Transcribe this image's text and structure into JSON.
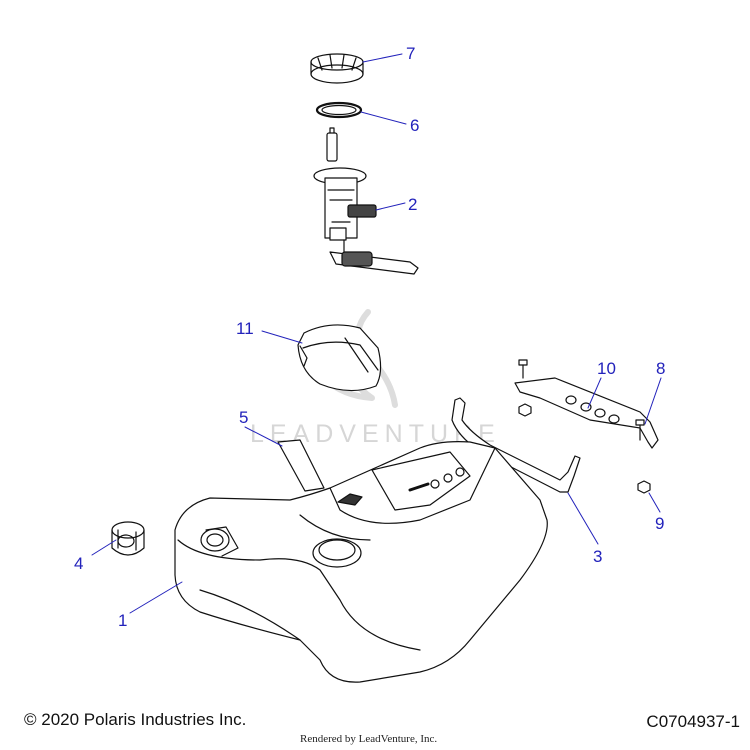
{
  "diagram": {
    "callouts": [
      {
        "id": "1",
        "label": "1"
      },
      {
        "id": "2",
        "label": "2"
      },
      {
        "id": "3",
        "label": "3"
      },
      {
        "id": "4",
        "label": "4"
      },
      {
        "id": "5",
        "label": "5"
      },
      {
        "id": "6",
        "label": "6"
      },
      {
        "id": "7",
        "label": "7"
      },
      {
        "id": "8",
        "label": "8"
      },
      {
        "id": "9",
        "label": "9"
      },
      {
        "id": "10",
        "label": "10"
      },
      {
        "id": "11",
        "label": "11"
      }
    ],
    "watermark": "LEADVENTURE"
  },
  "footer": {
    "copyright": "© 2020 Polaris Industries Inc.",
    "diagram_code": "C0704937-1",
    "rendered_by": "Rendered by LeadVenture, Inc."
  },
  "colors": {
    "callout": "#2222bb",
    "line_art": "#111111",
    "watermark": "#d6d6d6"
  }
}
